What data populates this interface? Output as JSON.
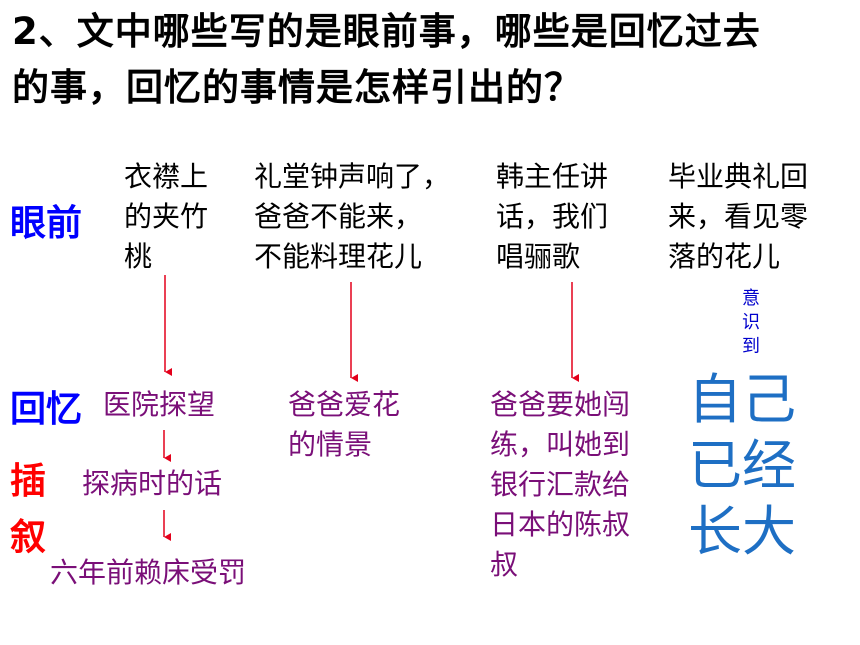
{
  "title": {
    "line1": "2、文中哪些写的是眼前事，哪些是回忆过去",
    "line2": "的事，回忆的事情是怎样引出的？"
  },
  "labels": {
    "present": "眼前",
    "memory": "回忆",
    "flashback_1": "插",
    "flashback_2": "叙"
  },
  "present_events": [
    {
      "lines": [
        "衣襟上",
        "的夹竹",
        "桃"
      ]
    },
    {
      "lines": [
        "礼堂钟声响了，",
        "爸爸不能来，",
        "不能料理花儿"
      ]
    },
    {
      "lines": [
        "韩主任讲",
        "话，我们",
        "唱骊歌"
      ]
    },
    {
      "lines": [
        "毕业典礼回",
        "来，看见零",
        "落的花儿"
      ]
    }
  ],
  "memories": {
    "col1": [
      "医院探望",
      "探病时的话",
      "六年前赖床受罚"
    ],
    "col2": [
      "爸爸爱花",
      "的情景"
    ],
    "col3": [
      "爸爸要她闯",
      "练，叫她到",
      "银行汇款给",
      "日本的陈叔",
      "叔"
    ]
  },
  "realize": [
    "意",
    "识",
    "到"
  ],
  "grown_up": [
    "自己",
    "已经",
    "长大"
  ],
  "colors": {
    "label_blue": "#0000ff",
    "label_red": "#ff0000",
    "memory_purple": "#7a0f78",
    "realize_blue": "#0000cc",
    "grown_blue": "#1e6fc4",
    "arrow_red": "#e3001b"
  }
}
